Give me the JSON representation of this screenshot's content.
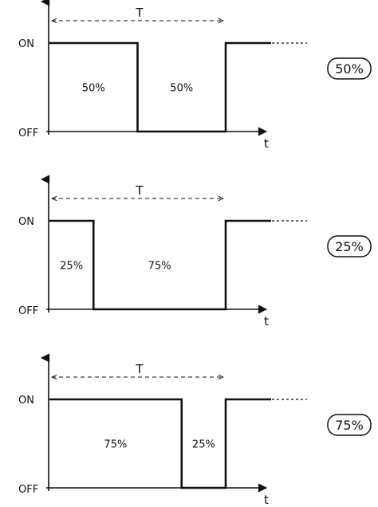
{
  "diagrams": [
    {
      "on_label": "ON",
      "off_label": "OFF",
      "time_label": "t",
      "period_label": "T",
      "high_label": "50%",
      "low_label": "50%",
      "badge": "50%",
      "duty_cycle": 0.5
    },
    {
      "on_label": "ON",
      "off_label": "OFF",
      "time_label": "t",
      "period_label": "T",
      "high_label": "25%",
      "low_label": "75%",
      "badge": "25%",
      "duty_cycle": 0.25
    },
    {
      "on_label": "ON",
      "off_label": "OFF",
      "time_label": "t",
      "period_label": "T",
      "high_label": "75%",
      "low_label": "25%",
      "badge": "75%",
      "duty_cycle": 0.75
    }
  ]
}
